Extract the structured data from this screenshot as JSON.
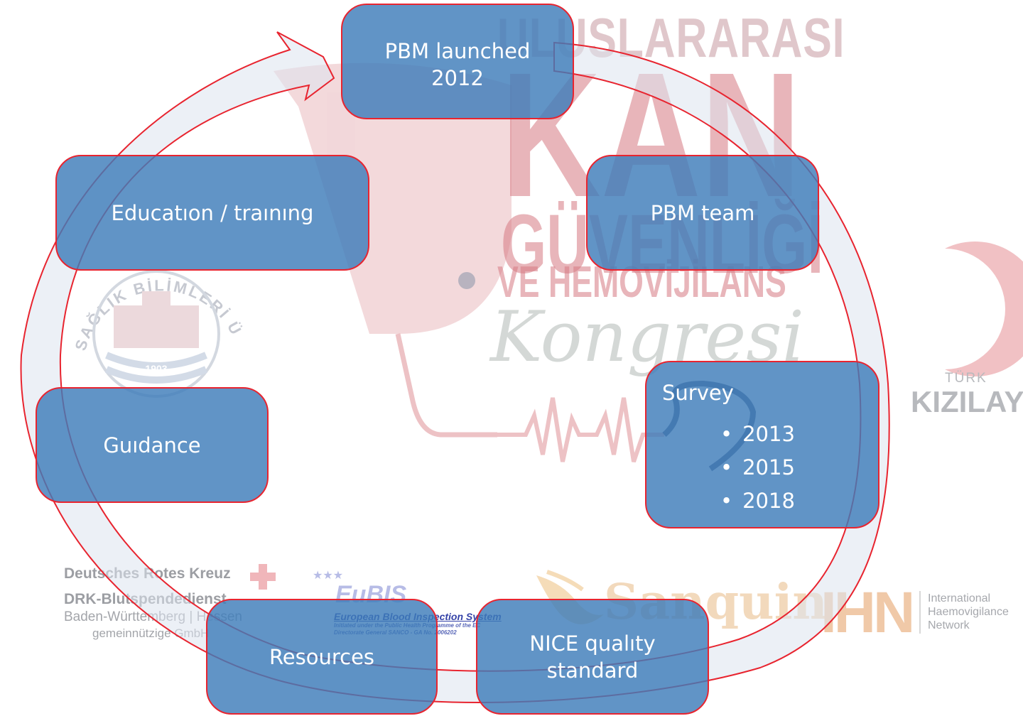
{
  "diagram": {
    "nodes": [
      {
        "id": "pbm_launched",
        "label": "PBM launched\n2012"
      },
      {
        "id": "pbm_team",
        "label": "PBM team"
      },
      {
        "id": "survey",
        "title": "Survey",
        "bullets": [
          "2013",
          "2015",
          "2018"
        ]
      },
      {
        "id": "nice",
        "label": "NICE qualıty\nstandard"
      },
      {
        "id": "resources",
        "label": "Resources"
      },
      {
        "id": "guidance",
        "label": "Guıdance"
      },
      {
        "id": "education",
        "label": "Educatıon / traınıng"
      }
    ],
    "cycle_arrow_color": "#dde3ef",
    "cycle_outline_color": "#e8242f",
    "box_fill": "#3e7cba"
  },
  "watermarks": {
    "congress": {
      "line1": "ULUSLARARASI",
      "line2": "KAN",
      "line3": "GÜVENLİĞİ",
      "line4": "VE HEMOVİJİLANS",
      "line5": "Kongresi"
    },
    "university": {
      "arc_text": "SAĞLIK BİLİMLERİ ÜNİVERSİTESİ",
      "year": "1903"
    },
    "kizilay": {
      "line1": "TÜRK",
      "line2": "KIZILAY"
    },
    "drk": {
      "line1": "Deutsches Rotes Kreuz",
      "line2": "DRK-Blutspendedienst",
      "line3": "Baden-Württemberg | Hessen",
      "line4": "gemeinnützige GmbH"
    },
    "eubis": {
      "name": "EuBIS",
      "line1": "European Blood Inspection System",
      "line2": "Initiated under the Public Health Programme of the EC",
      "line3": "Directorate General SANCO - GA No. 2006202"
    },
    "sanquin": {
      "name": "Sanquin"
    },
    "ihn": {
      "abbr": "IHN",
      "line1": "International",
      "line2": "Haemovigilance",
      "line3": "Network"
    }
  }
}
